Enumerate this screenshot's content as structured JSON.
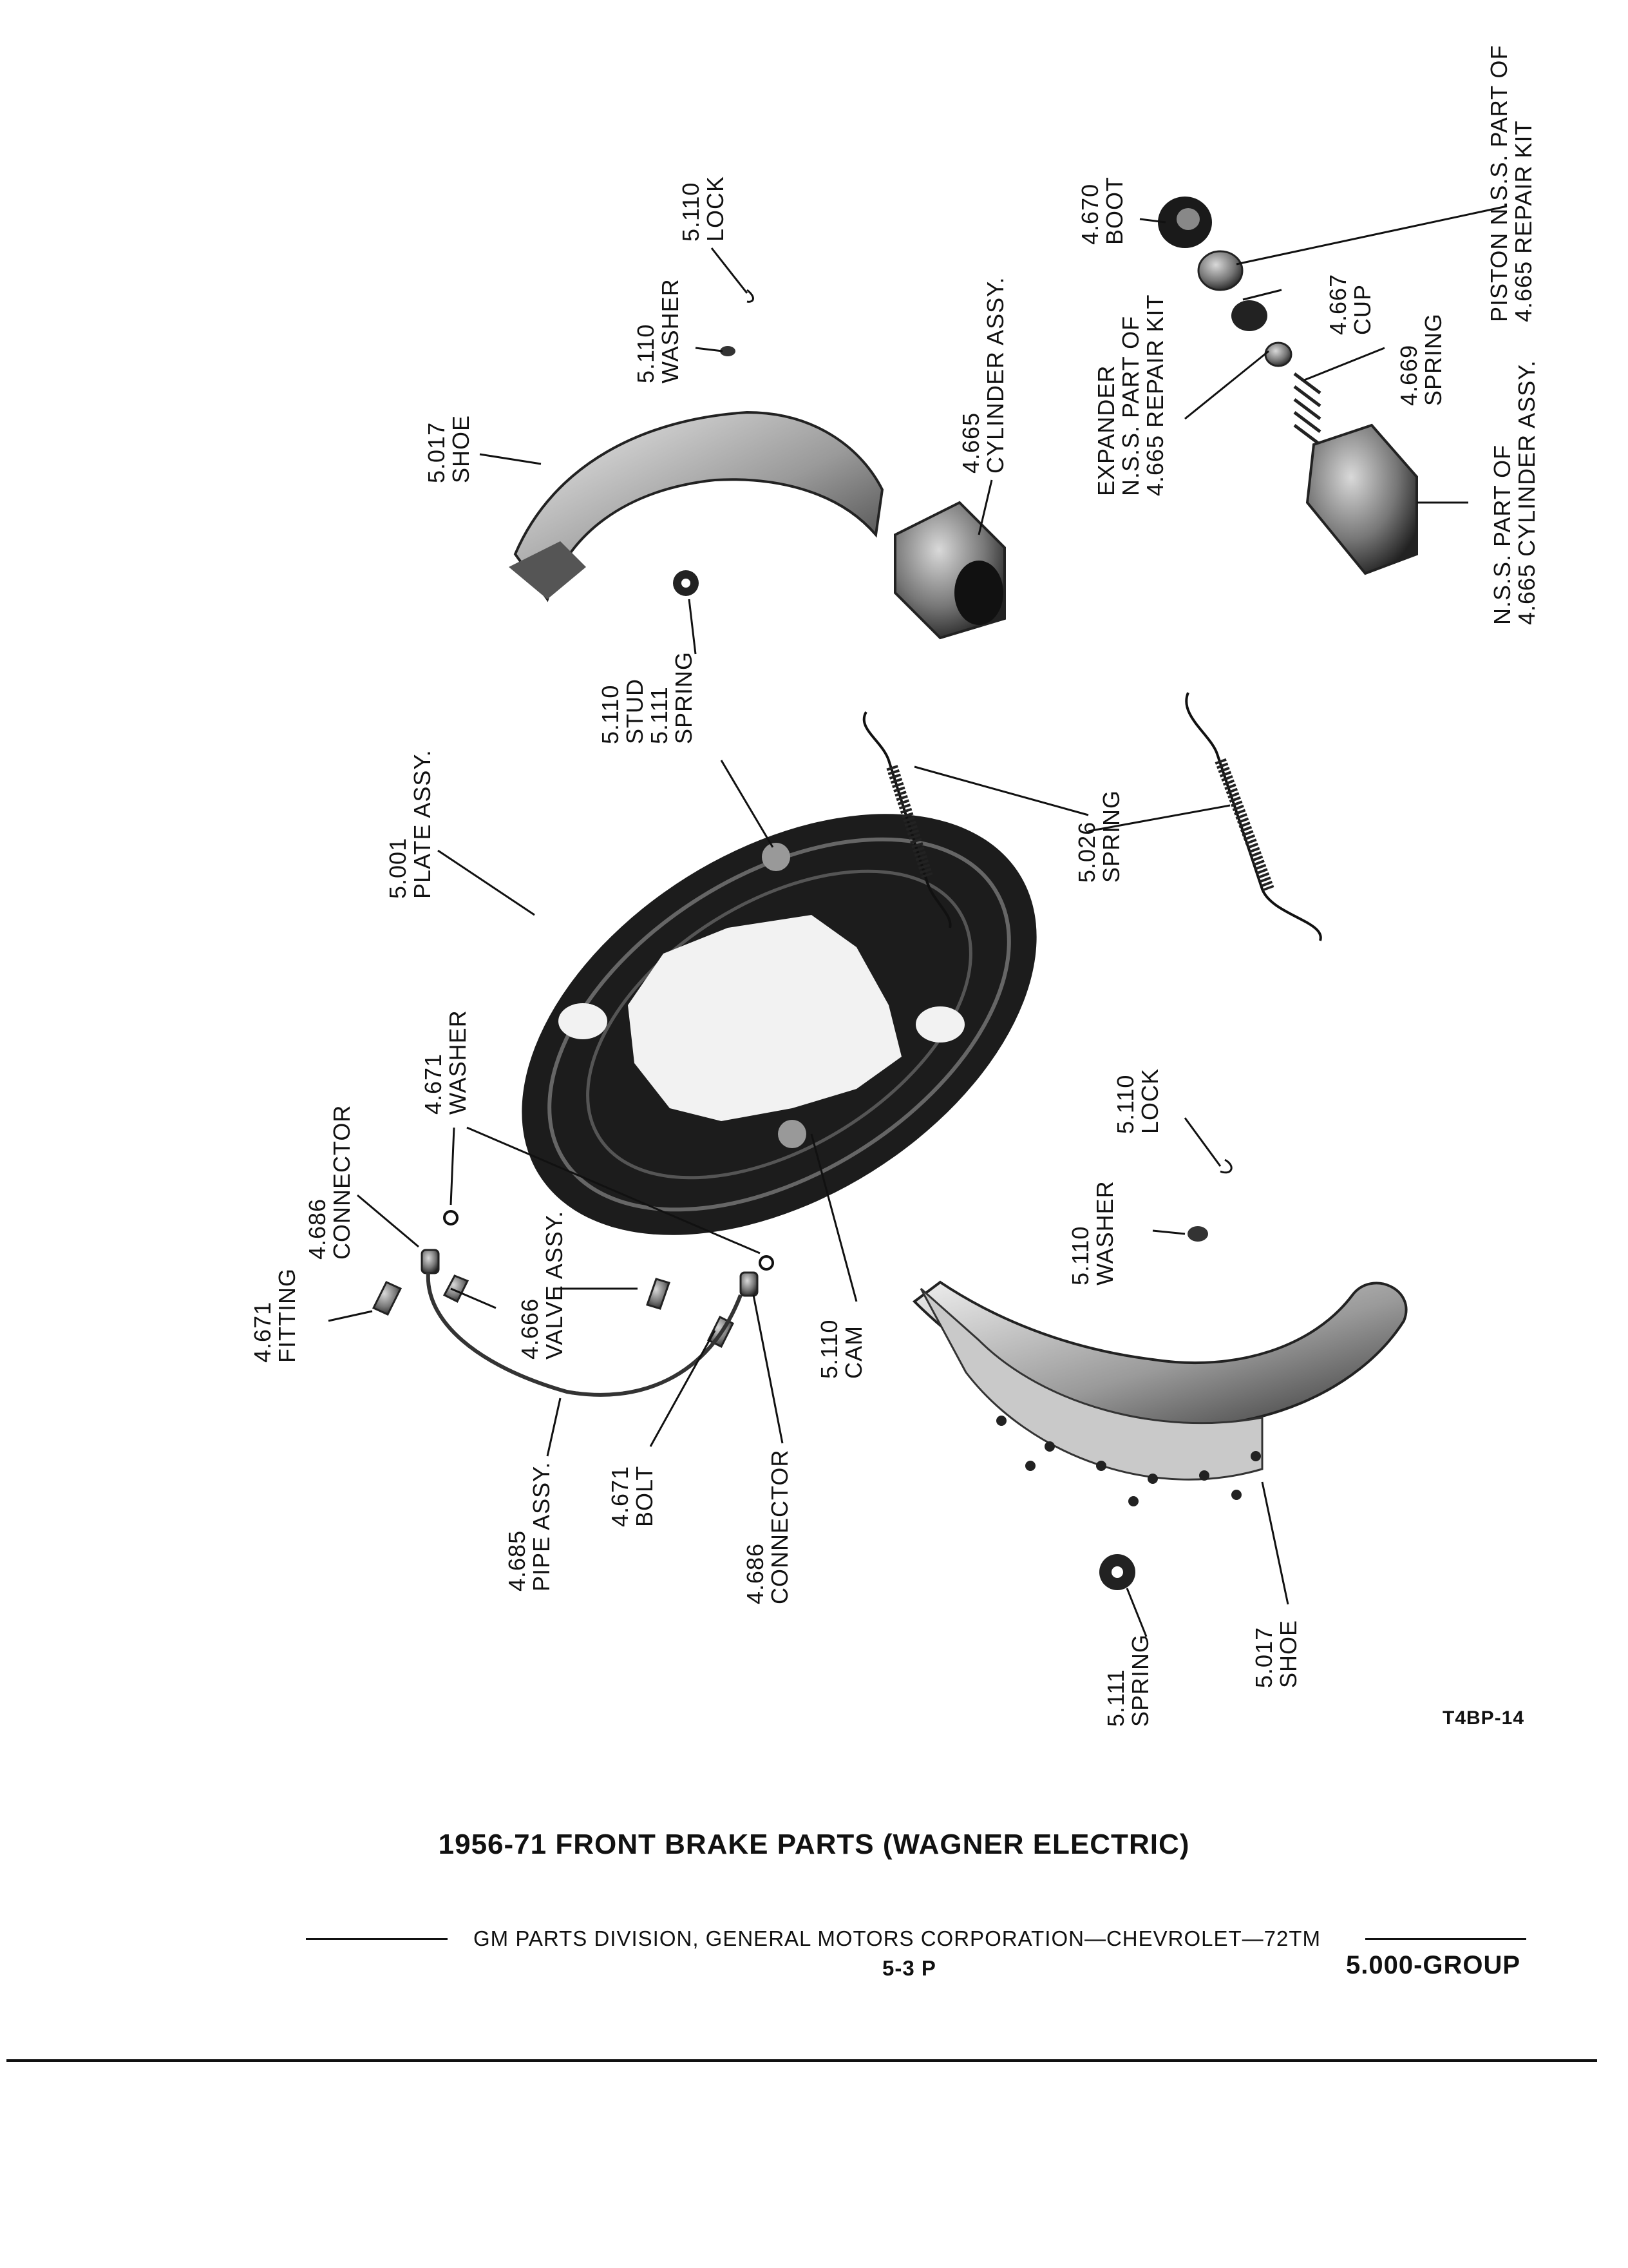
{
  "title": "1956-71  FRONT BRAKE PARTS (WAGNER ELECTRIC)",
  "figure_code": "T4BP-14",
  "footer": {
    "publisher": "GM PARTS DIVISION,  GENERAL MOTORS CORPORATION—CHEVROLET—72TM",
    "page": "5-3  P",
    "group": "5.000-GROUP"
  },
  "labels": {
    "lock_top": [
      "5.110",
      "LOCK"
    ],
    "washer_top": [
      "5.110",
      "WASHER"
    ],
    "shoe_top": [
      "5.017",
      "SHOE"
    ],
    "cylinder_assy": [
      "4.665",
      "CYLINDER ASSY."
    ],
    "boot": [
      "4.670",
      "BOOT"
    ],
    "cup": [
      "4.667",
      "CUP"
    ],
    "spring_4669": [
      "4.669",
      "SPRING"
    ],
    "expander": [
      "EXPANDER",
      "N.S.S. PART OF",
      "4.665 REPAIR KIT"
    ],
    "piston": [
      "PISTON N.S.S. PART OF",
      "4.665 REPAIR KIT"
    ],
    "nss_cylinder": [
      "N.S.S. PART OF",
      "4.665 CYLINDER ASSY."
    ],
    "stud_spring": [
      "5.110",
      "STUD",
      "5.111",
      "SPRING"
    ],
    "plate_assy": [
      "5.001",
      "PLATE ASSY."
    ],
    "spring_5026": [
      "5.026",
      "SPRING"
    ],
    "washer_4671": [
      "4.671",
      "WASHER"
    ],
    "connector_top": [
      "4.686",
      "CONNECTOR"
    ],
    "valve_assy": [
      "4.666",
      "VALVE ASSY."
    ],
    "fitting": [
      "4.671",
      "FITTING"
    ],
    "pipe_assy": [
      "4.685",
      "PIPE ASSY."
    ],
    "bolt": [
      "4.671",
      "BOLT"
    ],
    "connector_bottom": [
      "4.686",
      "CONNECTOR"
    ],
    "cam": [
      "5.110",
      "CAM"
    ],
    "lock_bottom": [
      "5.110",
      "LOCK"
    ],
    "washer_bottom": [
      "5.110",
      "WASHER"
    ],
    "spring_5111_bottom": [
      "5.111",
      "SPRING"
    ],
    "shoe_bottom": [
      "5.017",
      "SHOE"
    ]
  }
}
